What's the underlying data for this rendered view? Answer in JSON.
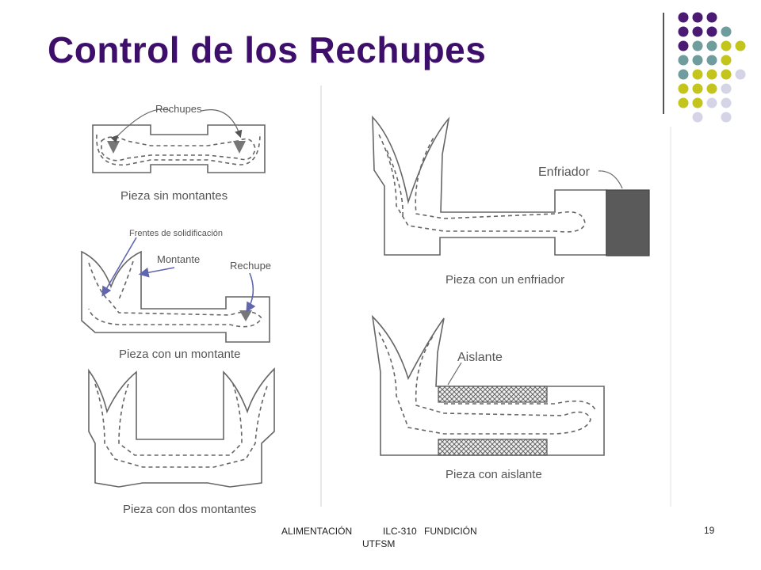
{
  "slide": {
    "title": "Control de los Rechupes",
    "page_number": "19",
    "footer": {
      "left": "ALIMENTACIÓN",
      "course": "ILC-310",
      "subject": "FUNDICIÓN",
      "institution": "UTFSM"
    }
  },
  "figure": {
    "label_rechupes": "Rechupes",
    "caption_sin_montantes": "Pieza sin montantes",
    "label_frentes": "Frentes de solidificación",
    "label_montante": "Montante",
    "label_rechupe": "Rechupe",
    "caption_un_montante": "Pieza con un montante",
    "caption_dos_montantes": "Pieza con dos montantes",
    "label_enfriador": "Enfriador",
    "caption_enfriador": "Pieza con un enfriador",
    "label_aislante": "Aislante",
    "caption_aislante": "Pieza con aislante"
  },
  "decoration": {
    "colors": {
      "purple": "#4b1a73",
      "teal": "#6f9c9c",
      "olive": "#c3c41c",
      "lavender": "#d4d4e6",
      "title": "#3d0f6b",
      "arrow": "#6066b0"
    }
  }
}
